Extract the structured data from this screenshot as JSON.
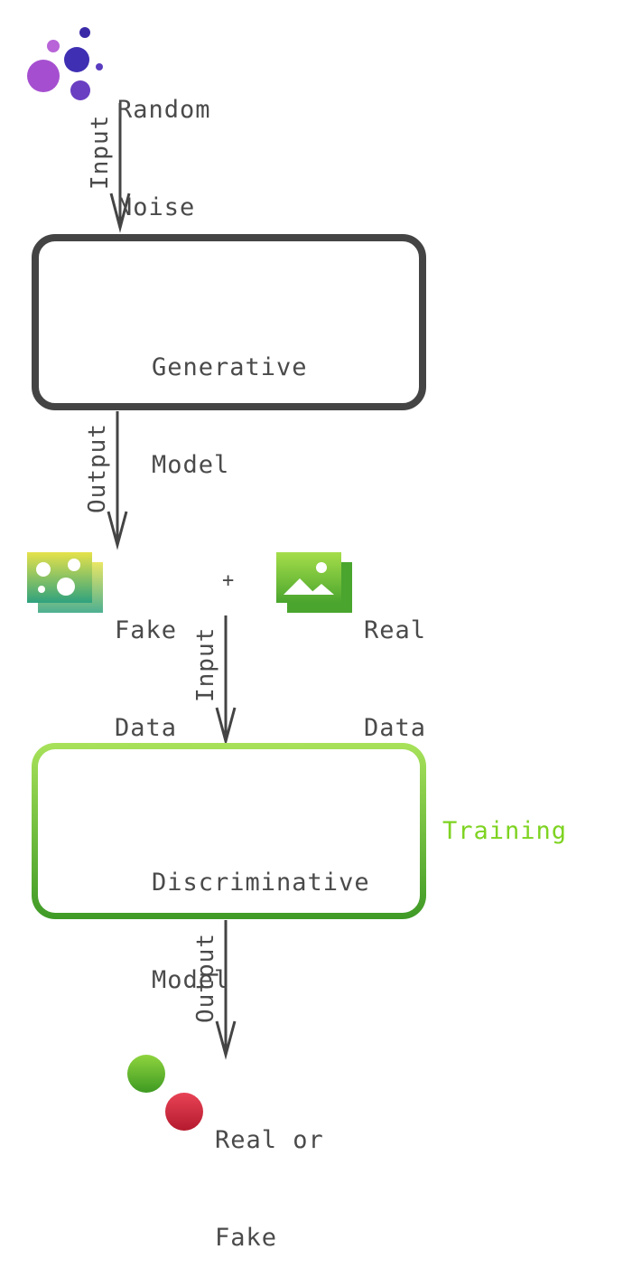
{
  "nodes": {
    "noise": {
      "line1": "Random",
      "line2": "Noise"
    },
    "generator": {
      "line1": "Generative",
      "line2": "Model"
    },
    "fake": {
      "line1": "Fake",
      "line2": "Data"
    },
    "plus": "+",
    "real": {
      "line1": "Real",
      "line2": "Data"
    },
    "discriminator": {
      "line1": "Discriminative",
      "line2": "Model"
    },
    "result": {
      "line1": "Real or",
      "line2": "Fake"
    }
  },
  "edges": {
    "noise_to_gen": "Input",
    "gen_to_fake": "Output",
    "data_to_disc": "Input",
    "disc_to_result": "Output"
  },
  "side_label": {
    "text": "Training",
    "color": "#7ed321"
  },
  "colors": {
    "box_border": "#444444",
    "training_green": "#7ed321",
    "hand_red": "#c0283a",
    "real_dot": "#5fb82a",
    "fake_dot": "#d42a3c"
  },
  "icons": {
    "noise": "bubbles-icon",
    "generator": "paintbrush-icon",
    "fake_data": "image-icon",
    "real_data": "landscape-image-icon",
    "discriminator": "hand-icon",
    "result": "dots-icon"
  }
}
